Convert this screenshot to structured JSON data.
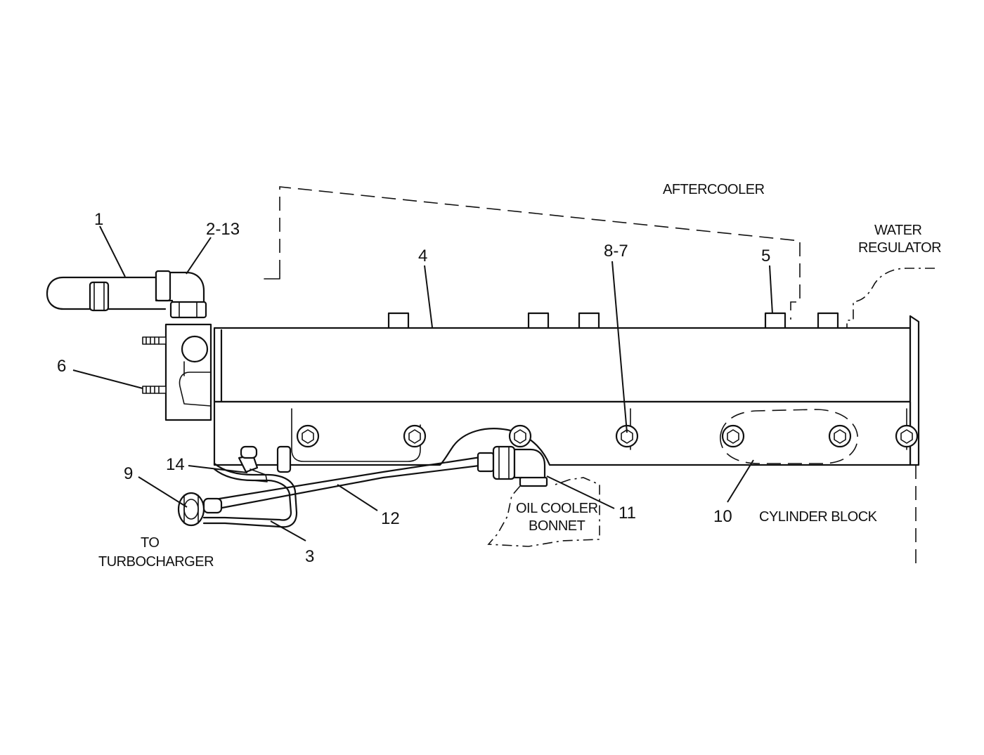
{
  "callouts": {
    "c1": "1",
    "c2_13": "2-13",
    "c3": "3",
    "c4": "4",
    "c5": "5",
    "c6": "6",
    "c8_7": "8-7",
    "c9": "9",
    "c10": "10",
    "c11": "11",
    "c12": "12",
    "c14": "14"
  },
  "labels": {
    "aftercooler": "AFTERCOOLER",
    "water_regulator_line1": "WATER",
    "water_regulator_line2": "REGULATOR",
    "oil_cooler_bonnet_line1": "OIL COOLER",
    "oil_cooler_bonnet_line2": "BONNET",
    "cylinder_block": "CYLINDER BLOCK",
    "turbocharger_line1": "TO",
    "turbocharger_line2": "TURBOCHARGER"
  }
}
